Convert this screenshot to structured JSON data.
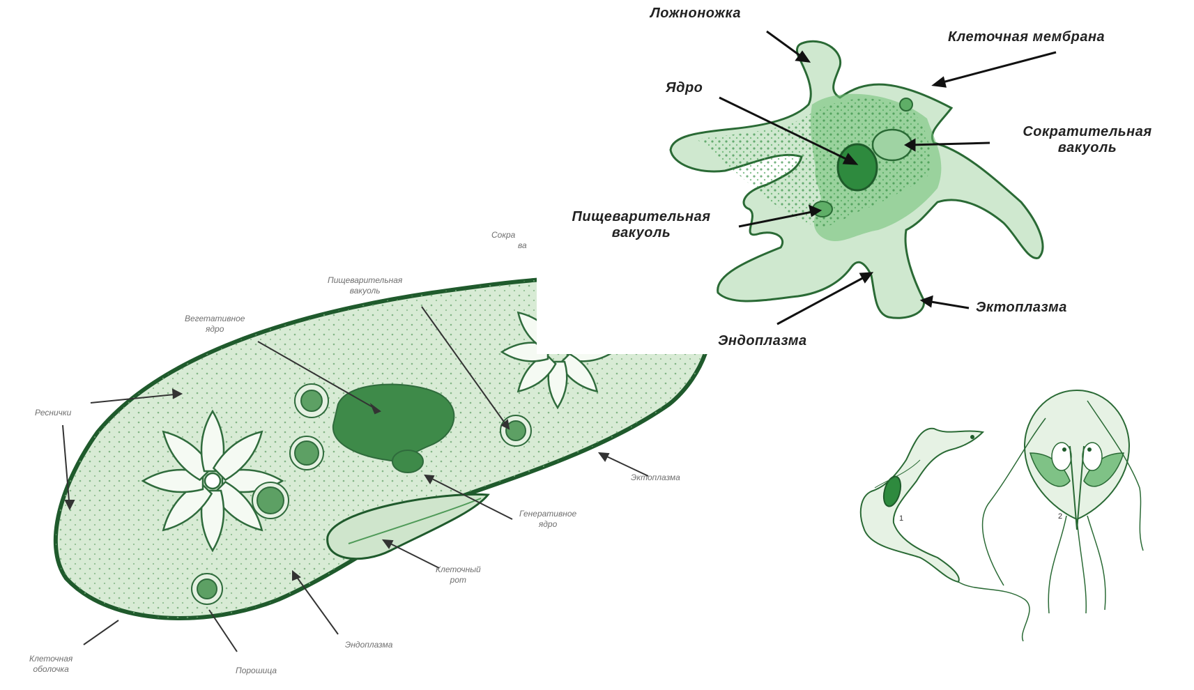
{
  "amoeba": {
    "labels": {
      "pseudopod": "Ложноножка",
      "cell_membrane": "Клеточная мембрана",
      "nucleus": "Ядро",
      "contractile_vacuole_1": "Сократительная",
      "contractile_vacuole_2": "вакуоль",
      "digestive_vacuole_1": "Пищеварительная",
      "digestive_vacuole_2": "вакуоль",
      "ectoplasm": "Эктоплазма",
      "endoplasm": "Эндоплазма"
    }
  },
  "paramecium": {
    "labels": {
      "cilia": "Реснички",
      "vegetative_nucleus_1": "Вегетативное",
      "vegetative_nucleus_2": "ядро",
      "digestive_vacuole_1": "Пищеварительная",
      "digestive_vacuole_2": "вакуоль",
      "contractile_vacuole_1": "Сокра",
      "contractile_vacuole_2": "ва",
      "ectoplasm": "Эктоплазма",
      "generative_nucleus_1": "Генеративное",
      "generative_nucleus_2": "ядро",
      "cell_mouth_1": "Клеточный",
      "cell_mouth_2": "рот",
      "endoplasm": "Эндоплазма",
      "pellicle_1": "Клеточная",
      "pellicle_2": "оболочка",
      "powder": "Порошица"
    }
  },
  "flagellates": {
    "label_1": "1",
    "label_2": "2"
  },
  "colors": {
    "dark_green": "#2f6b3c",
    "mid_green": "#4f9a58",
    "light_green": "#d9ecd8",
    "pale_green": "#e9f4e6",
    "outline": "#1f5a2c"
  }
}
